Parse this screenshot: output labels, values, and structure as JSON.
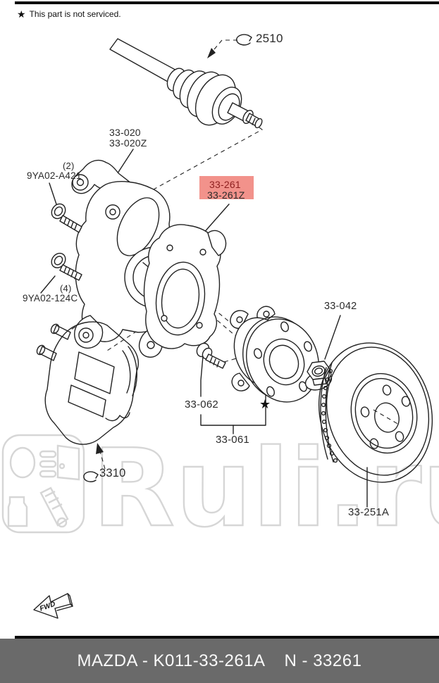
{
  "note": {
    "star": "★",
    "text": "This part is not serviced."
  },
  "callouts": {
    "axle_clip": "2510",
    "knuckle": "33-020",
    "knuckle_alt": "33-020Z",
    "bolt_upper_qty": "(2)",
    "bolt_upper": "9YA02-A421",
    "bolt_lower_qty": "(4)",
    "bolt_lower": "9YA02-124C",
    "shield": "33-261",
    "shield_alt": "33-261Z",
    "hub_nut": "33-042",
    "wheel_stud": "33-062",
    "hub_assembly": "33-061",
    "hub_star": "★",
    "caliper": "3310",
    "brake_disc": "33-251A"
  },
  "watermark": {
    "text": "Ruli.ru"
  },
  "fwd_label": "FWD",
  "footer": {
    "brand_part": "MAZDA - K011-33-261A",
    "number": "N - 33261"
  },
  "colors": {
    "highlight_bg": "#f2928b",
    "highlight_text": "#8e1f1f",
    "footer_bg": "#6a6a6a",
    "line": "#222222",
    "watermark": "#d6d6d6"
  }
}
